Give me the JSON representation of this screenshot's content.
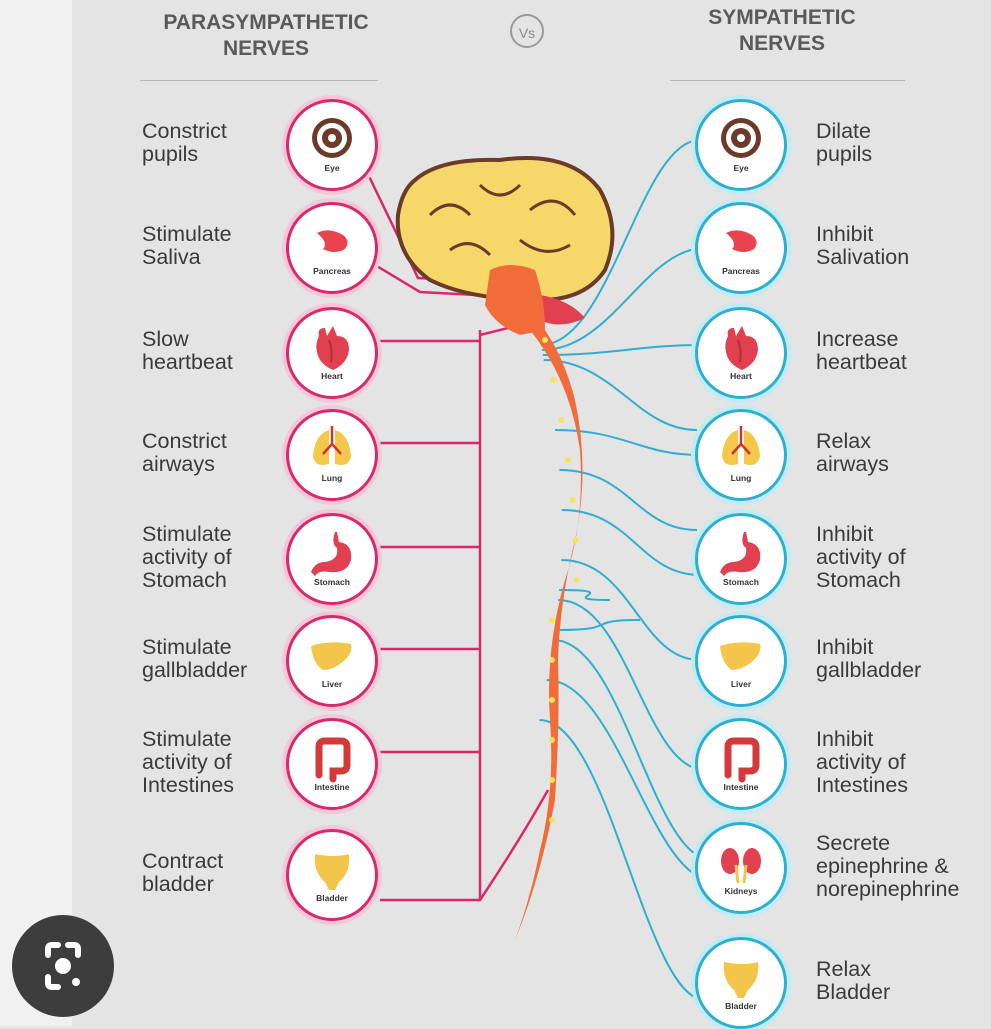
{
  "left_heading": "PARASYMPATHETIC\nNERVES",
  "right_heading": "SYMPATHETIC\nNERVES",
  "vs_label": "Vs",
  "colors": {
    "parasympathetic": "#d9296a",
    "sympathetic": "#2eafcf",
    "spine": "#f26c3a",
    "brain": "#f6d86a"
  },
  "parasympathetic": [
    {
      "label": "Constrict\npupils",
      "organ": "Eye",
      "icon": "eye-icon"
    },
    {
      "label": "Stimulate\nSaliva",
      "organ": "Pancreas",
      "icon": "pancreas-icon"
    },
    {
      "label": "Slow\nheartbeat",
      "organ": "Heart",
      "icon": "heart-icon"
    },
    {
      "label": "Constrict\nairways",
      "organ": "Lung",
      "icon": "lung-icon"
    },
    {
      "label": "Stimulate\nactivity of\nStomach",
      "organ": "Stomach",
      "icon": "stomach-icon"
    },
    {
      "label": "Stimulate\ngallbladder",
      "organ": "Liver",
      "icon": "liver-icon"
    },
    {
      "label": "Stimulate\nactivity of\nIntestines",
      "organ": "Intestine",
      "icon": "intestine-icon"
    },
    {
      "label": "Contract\nbladder",
      "organ": "Bladder",
      "icon": "bladder-icon"
    }
  ],
  "sympathetic": [
    {
      "label": "Dilate\npupils",
      "organ": "Eye",
      "icon": "eye-icon"
    },
    {
      "label": "Inhibit\nSalivation",
      "organ": "Pancreas",
      "icon": "pancreas-icon"
    },
    {
      "label": "Increase\nheartbeat",
      "organ": "Heart",
      "icon": "heart-icon"
    },
    {
      "label": "Relax\nairways",
      "organ": "Lung",
      "icon": "lung-icon"
    },
    {
      "label": "Inhibit\nactivity of\nStomach",
      "organ": "Stomach",
      "icon": "stomach-icon"
    },
    {
      "label": "Inhibit\ngallbladder",
      "organ": "Liver",
      "icon": "liver-icon"
    },
    {
      "label": "Inhibit\nactivity of\nIntestines",
      "organ": "Intestine",
      "icon": "intestine-icon"
    },
    {
      "label": "Secrete\nepinephrine &\nnorepinephrine",
      "organ": "Kidneys",
      "icon": "kidneys-icon"
    },
    {
      "label": "Relax\nBladder",
      "organ": "Bladder",
      "icon": "bladder-icon"
    }
  ],
  "lens_button": {
    "icon": "google-lens-icon"
  }
}
